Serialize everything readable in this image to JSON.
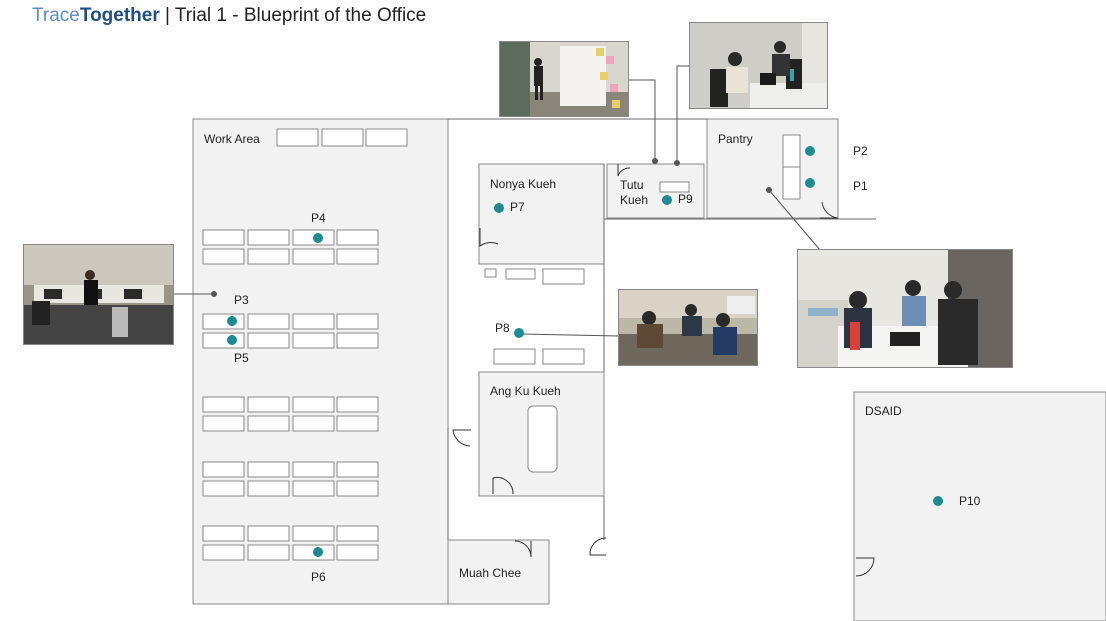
{
  "title": {
    "brand_light": "Trace",
    "brand_bold": "Together",
    "separator": "|",
    "text": "Trial 1 - Blueprint of the Office"
  },
  "rooms": {
    "work_area": "Work Area",
    "nonya_kueh": "Nonya Kueh",
    "tutu_kueh_line1": "Tutu",
    "tutu_kueh_line2": "Kueh",
    "pantry": "Pantry",
    "ang_ku_kueh": "Ang Ku Kueh",
    "muah_chee": "Muah Chee",
    "dsaid": "DSAID"
  },
  "participants": {
    "p1": "P1",
    "p2": "P2",
    "p3": "P3",
    "p4": "P4",
    "p5": "P5",
    "p6": "P6",
    "p7": "P7",
    "p8": "P8",
    "p9": "P9",
    "p10": "P10"
  },
  "colors": {
    "marker": "#1f8a8f",
    "room_fill": "#f2f2f2",
    "wall": "#8a8a8a",
    "brand_light": "#5b8fc9",
    "brand_bold": "#1f4f86"
  }
}
